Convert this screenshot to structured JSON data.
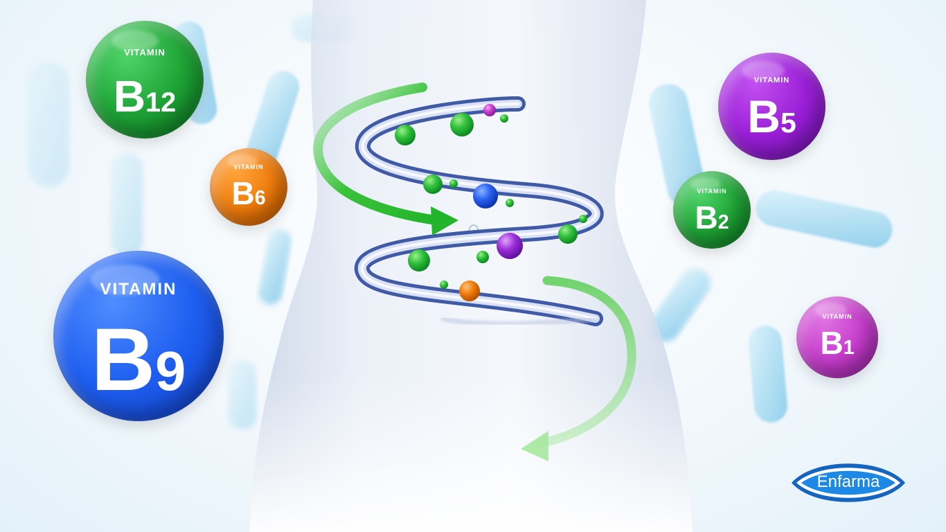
{
  "badges": {
    "b12": {
      "label": "VITAMIN",
      "letter": "B",
      "number": "12"
    },
    "b6": {
      "label": "VITAMIN",
      "letter": "B",
      "number": "6"
    },
    "b9": {
      "label": "VITAMIN",
      "letter": "B",
      "number": "9"
    },
    "b5": {
      "label": "VITAMIN",
      "letter": "B",
      "number": "5"
    },
    "b2": {
      "label": "VITAMIN",
      "letter": "B",
      "number": "2"
    },
    "b1": {
      "label": "VITAMIN",
      "letter": "B",
      "number": "1"
    }
  },
  "brand": {
    "name": "Enfarma"
  },
  "colors": {
    "green": "#1fa436",
    "orange": "#f07d0c",
    "blue": "#1f5ff0",
    "purple": "#9b1fd8",
    "magenta": "#c63dcc",
    "brand_blue": "#1565c0"
  }
}
